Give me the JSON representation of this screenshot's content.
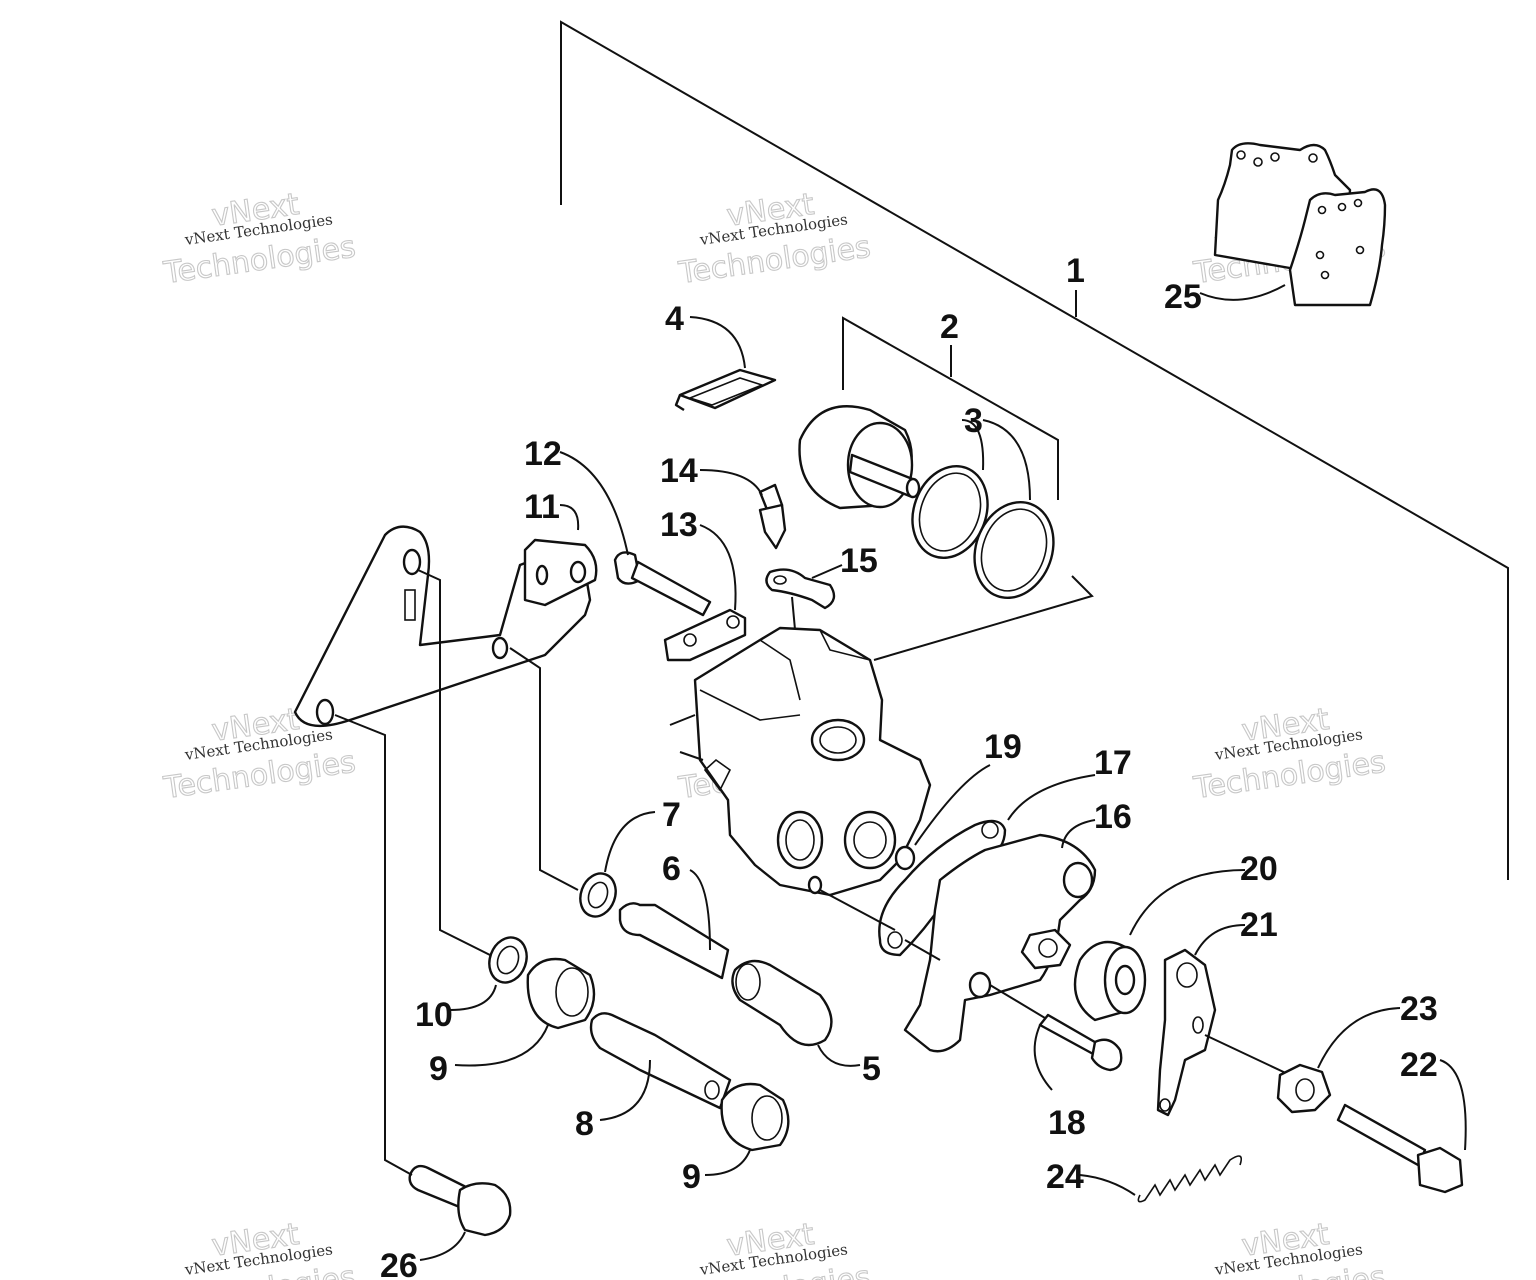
{
  "callouts": [
    "1",
    "2",
    "3",
    "4",
    "5",
    "6",
    "7",
    "8",
    "9",
    "9",
    "10",
    "11",
    "12",
    "13",
    "14",
    "15",
    "16",
    "17",
    "18",
    "19",
    "20",
    "21",
    "22",
    "23",
    "24",
    "25",
    "26"
  ],
  "watermark": {
    "line1": "vNext Technologies",
    "line2": "vNext",
    "line3": "Technologies"
  }
}
